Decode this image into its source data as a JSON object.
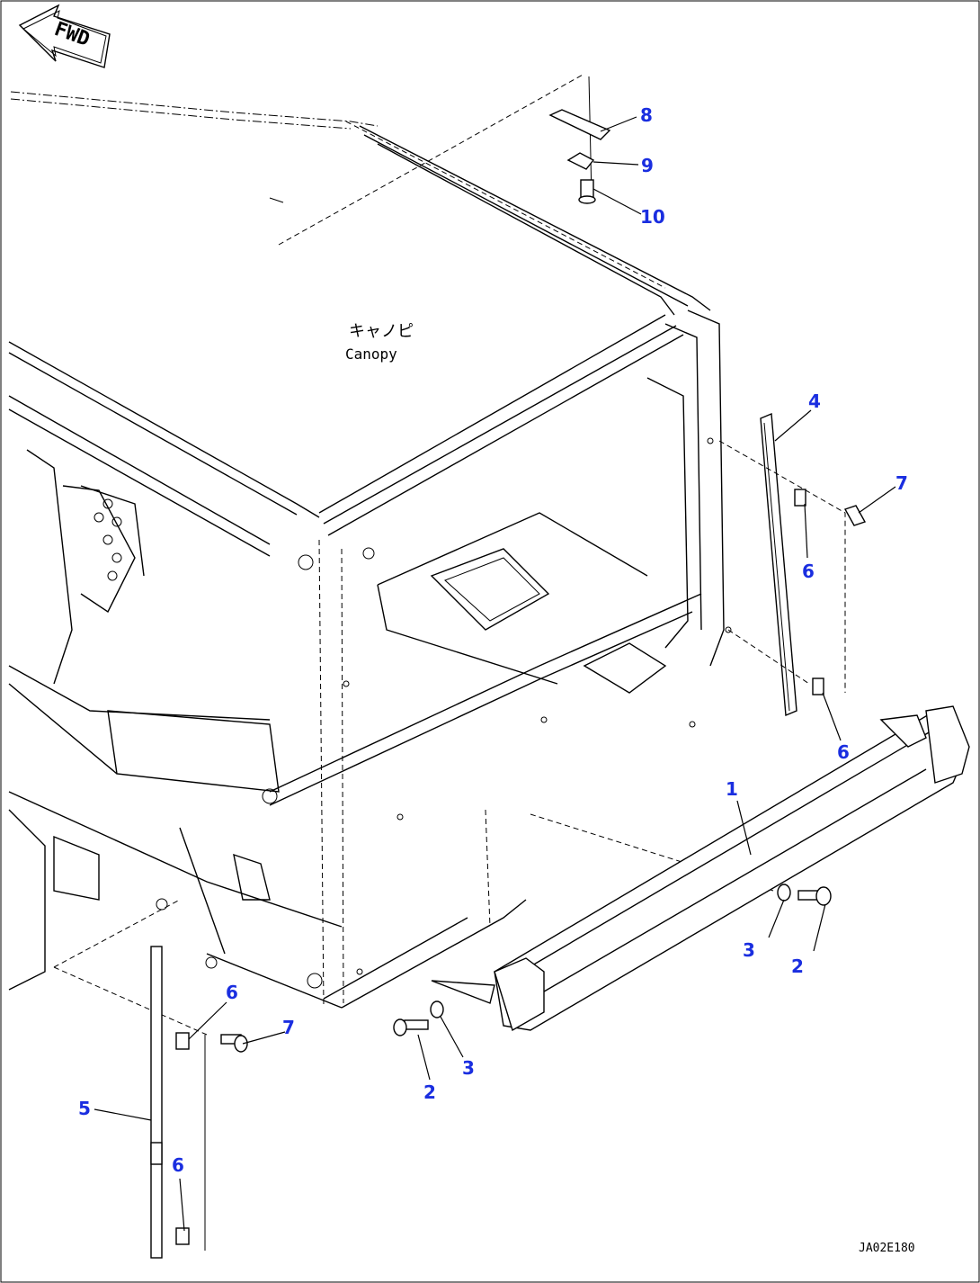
{
  "direction_label": "FWD",
  "component": {
    "name_jp": "キャノピ",
    "name_en": "Canopy"
  },
  "callouts": [
    "8",
    "9",
    "10",
    "4",
    "7",
    "6",
    "6",
    "1",
    "3",
    "2",
    "6",
    "7",
    "5",
    "6",
    "3",
    "2"
  ],
  "drawing_code": "JA02E180",
  "colors": {
    "callout": "#1a2ee0",
    "lines": "#000000",
    "background": "#ffffff"
  }
}
